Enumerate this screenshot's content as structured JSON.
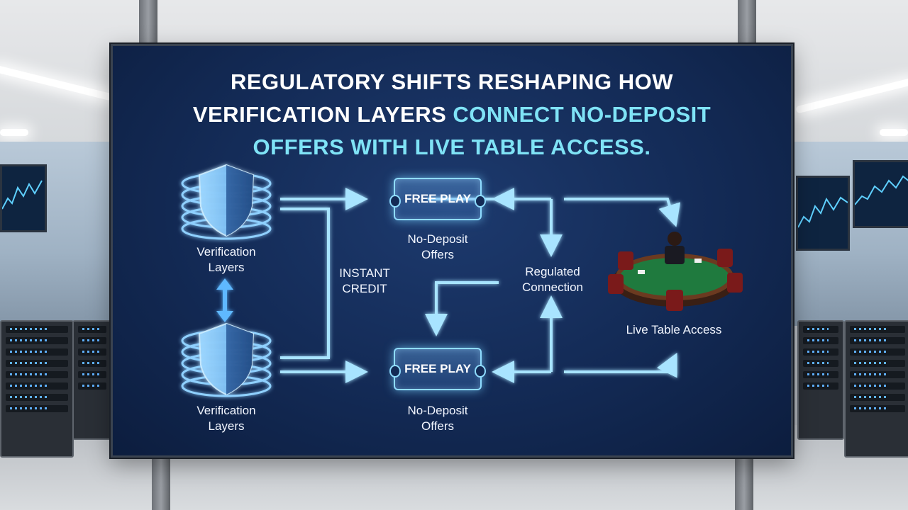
{
  "title": {
    "line1": "REGULATORY SHIFTS RESHAPING HOW",
    "line2_white": "VERIFICATION LAYERS ",
    "line2_cyan": "CONNECT NO-DEPOSIT",
    "line3": "OFFERS WITH LIVE TABLE ACCESS."
  },
  "nodes": {
    "verification_top": {
      "line1": "Verification",
      "line2": "Layers"
    },
    "verification_bottom": {
      "line1": "Verification",
      "line2": "Layers"
    },
    "ticket_top": "FREE PLAY",
    "ticket_bottom": "FREE PLAY",
    "offers_top": {
      "line1": "No-Deposit",
      "line2": "Offers"
    },
    "offers_bottom": {
      "line1": "No-Deposit",
      "line2": "Offers"
    },
    "instant_credit": {
      "line1": "INSTANT",
      "line2": "CREDIT"
    },
    "regulated": {
      "line1": "Regulated",
      "line2": "Connection"
    },
    "live_table": "Live Table Access"
  },
  "colors": {
    "accent_cyan": "#7fe3f6",
    "arrow": "#a8e4ff",
    "board_bg": "#132a55"
  }
}
